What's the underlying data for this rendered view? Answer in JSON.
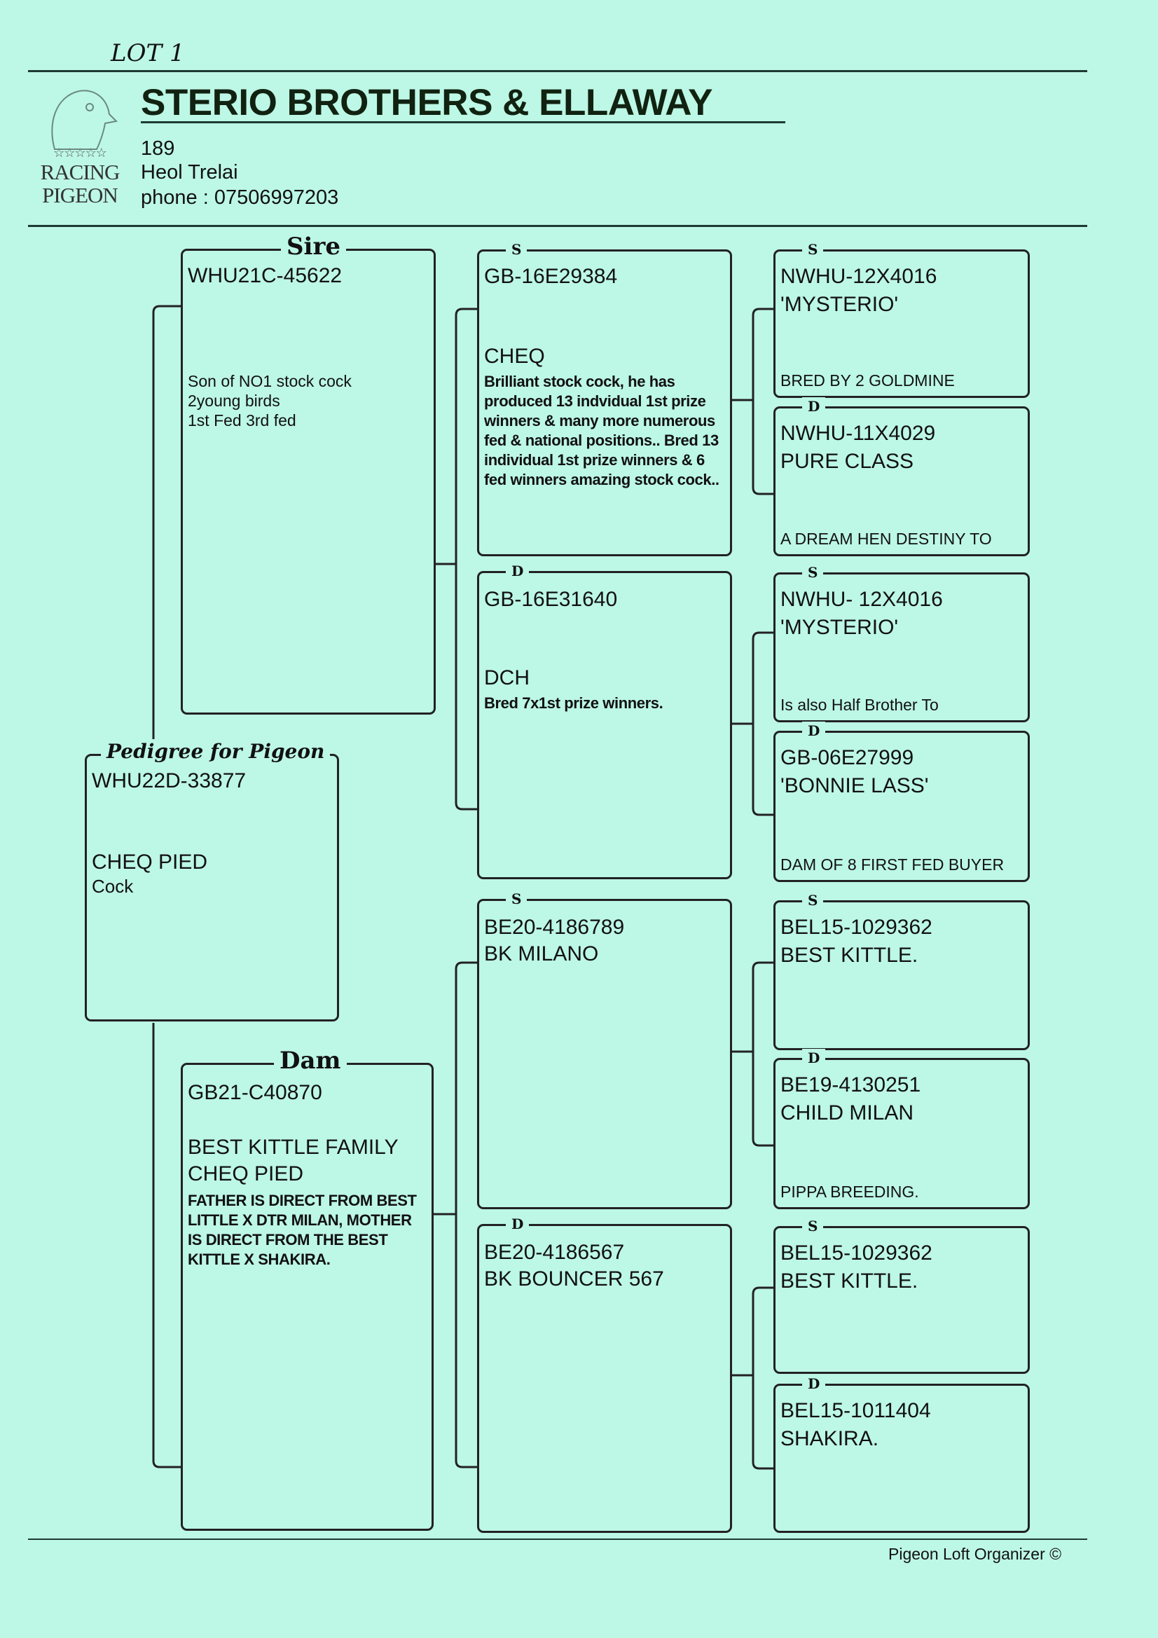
{
  "annotation": "LOT 1",
  "header": {
    "title": "STERIO BROTHERS & ELLAWAY",
    "address_line1": "189",
    "address_line2": "Heol Trelai",
    "phone": "phone : 07506997203",
    "logo": {
      "stars": "☆☆☆☆☆",
      "line1": "RACING",
      "line2": "PIGEON"
    }
  },
  "pigeon": {
    "label": "Pedigree for Pigeon",
    "ring": "WHU22D-33877",
    "color": "CHEQ PIED",
    "sex": "Cock"
  },
  "sire": {
    "label": "Sire",
    "ring": "WHU21C-45622",
    "notes": [
      "Son of NO1 stock cock",
      "2young birds",
      "1st Fed 3rd fed"
    ]
  },
  "dam": {
    "label": "Dam",
    "ring": "GB21-C40870",
    "name": "BEST KITTLE FAMILY",
    "color": "CHEQ PIED",
    "notes": "FATHER IS DIRECT FROM BEST LITTLE X DTR MILAN, MOTHER IS DIRECT FROM THE BEST KITTLE X SHAKIRA."
  },
  "sire_sire": {
    "label": "S",
    "ring": "GB-16E29384",
    "name": "CHEQ",
    "notes": "Brilliant stock cock, he has produced 13 indvidual 1st prize winners & many more numerous fed & national positions.. Bred 13 individual 1st prize winners & 6 fed winners amazing stock cock.."
  },
  "sire_dam": {
    "label": "D",
    "ring": "GB-16E31640",
    "name": "DCH",
    "notes": "Bred 7x1st prize winners."
  },
  "dam_sire": {
    "label": "S",
    "ring": "BE20-4186789",
    "name": "BK MILANO"
  },
  "dam_dam": {
    "label": "D",
    "ring": "BE20-4186567",
    "name": "BK BOUNCER 567"
  },
  "gen3": [
    {
      "label": "S",
      "ring": "NWHU-12X4016",
      "name": "'MYSTERIO'",
      "note": "BRED BY 2 GOLDMINE"
    },
    {
      "label": "D",
      "ring": "NWHU-11X4029",
      "name": "PURE CLASS",
      "note": "A DREAM HEN DESTINY TO"
    },
    {
      "label": "S",
      "ring": "NWHU- 12X4016",
      "name": "'MYSTERIO'",
      "note": "Is also Half Brother To"
    },
    {
      "label": "D",
      "ring": "GB-06E27999",
      "name": "'BONNIE LASS'",
      "note": "DAM OF 8 FIRST FED BUYER"
    },
    {
      "label": "S",
      "ring": "BEL15-1029362",
      "name": "BEST KITTLE."
    },
    {
      "label": "D",
      "ring": "BE19-4130251",
      "name": "CHILD MILAN",
      "note": "PIPPA BREEDING."
    },
    {
      "label": "S",
      "ring": "BEL15-1029362",
      "name": "BEST KITTLE."
    },
    {
      "label": "D",
      "ring": "BEL15-1011404",
      "name": "SHAKIRA."
    }
  ],
  "footer": "Pigeon Loft Organizer ©",
  "colors": {
    "background": "#bdf7e6",
    "ink": "#111111"
  }
}
